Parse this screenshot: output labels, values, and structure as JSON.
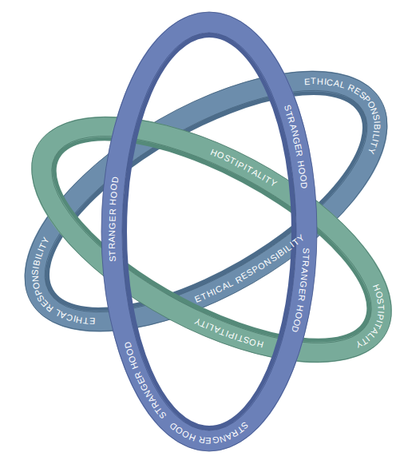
{
  "diagram": {
    "nodes": [
      {
        "text": [
          "STRANGER HOOD",
          "STRANGER HOOD",
          "STRANGER HOOD",
          "STRANGER HOOD",
          "STRANGER HOOD"
        ]
      },
      {
        "text": [
          "ETHICAL RESPONSIBILITY",
          "ETHICAL RESPONSIBILITY",
          "ETHICAL RESPONSIBILITY"
        ]
      },
      {
        "text": [
          "HOSTIPITALITY",
          "HOSTIPITALITY",
          "HOSTIPITALITY"
        ]
      }
    ]
  }
}
